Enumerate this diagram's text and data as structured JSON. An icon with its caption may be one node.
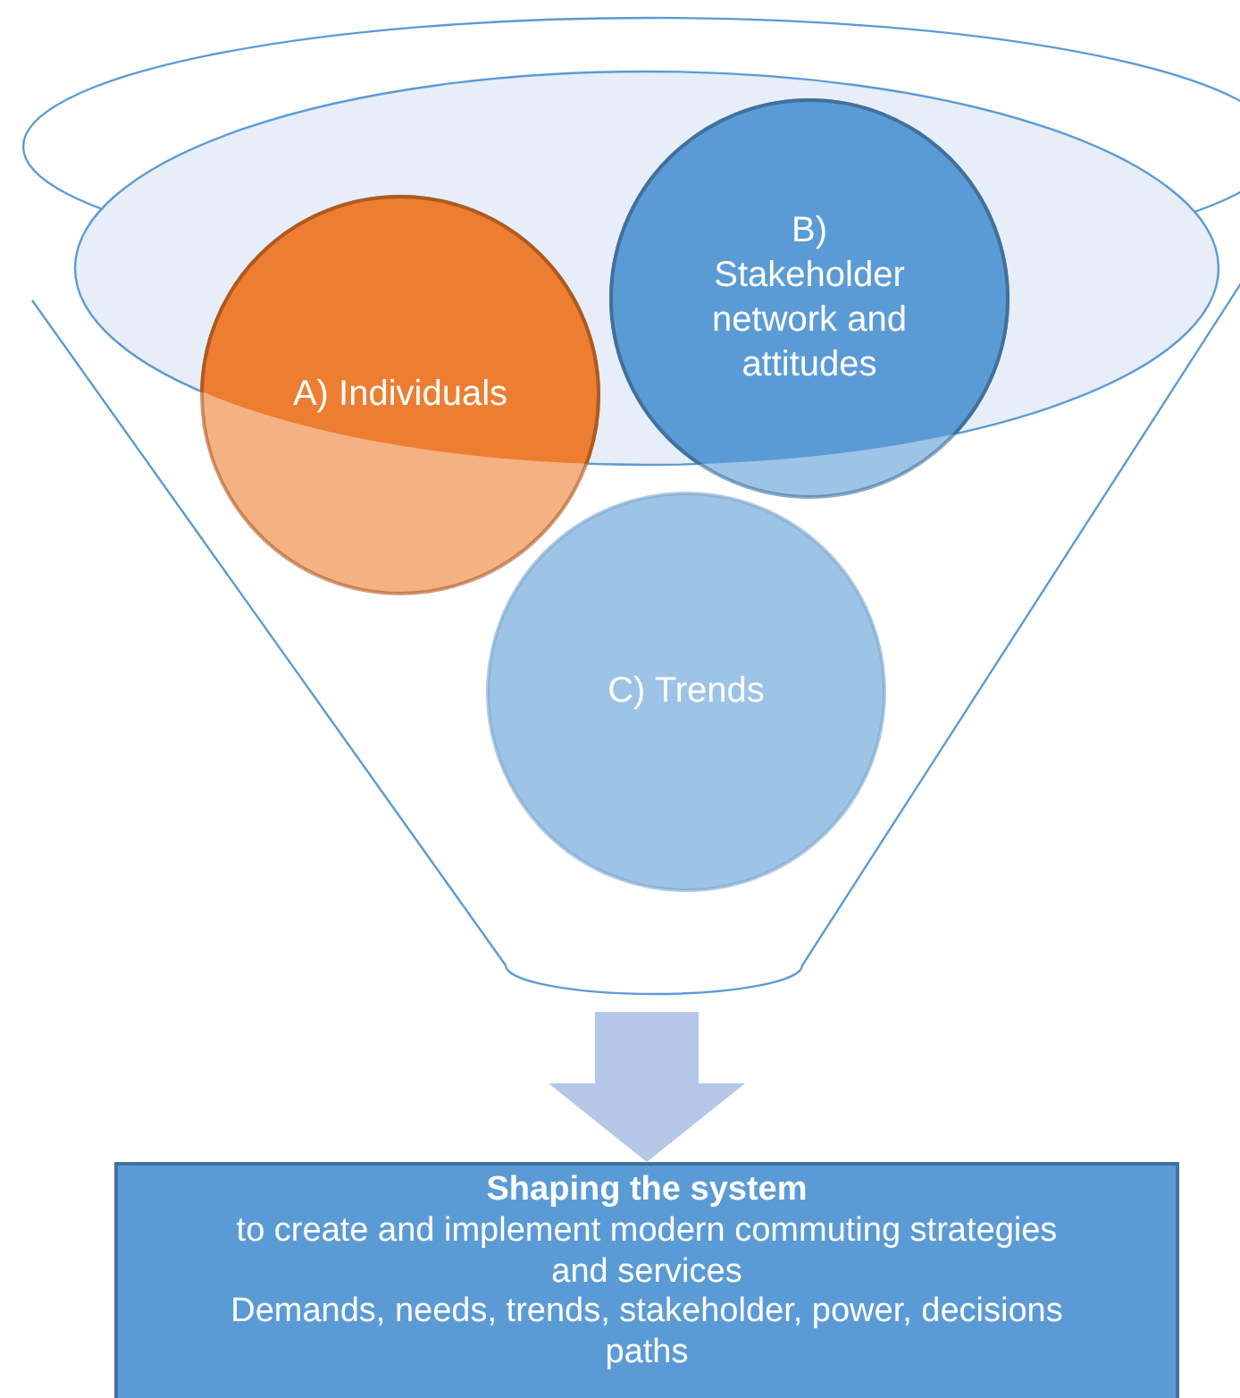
{
  "diagram": {
    "nodes": [
      {
        "text": [],
        "shape": "funnel"
      },
      {
        "text": [
          "A) Individuals"
        ],
        "in": 0
      },
      {
        "text": [
          "B) Stakeholder network and attitudes"
        ],
        "in": 0
      },
      {
        "text": [
          "C) Trends"
        ],
        "in": 0
      },
      {
        "text": [
          "Shaping the system",
          "to create and implement modern commuting strategies and services",
          "Demands, needs, trends, stakeholder, power, decisions paths"
        ]
      }
    ],
    "edges": [
      {
        "from": 0,
        "to": 4,
        "arrow": "to"
      }
    ]
  }
}
